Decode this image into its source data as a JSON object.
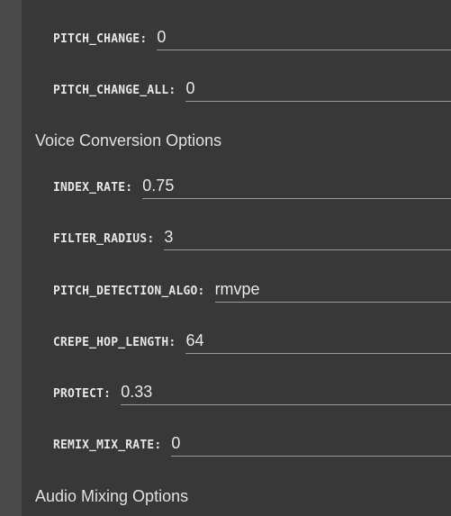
{
  "params": [
    {
      "label": "PITCH_CHANGE:",
      "value": "0"
    },
    {
      "label": "PITCH_CHANGE_ALL:",
      "value": "0"
    }
  ],
  "sections": [
    {
      "title": "Voice Conversion Options"
    },
    {
      "title": "Audio Mixing Options"
    }
  ],
  "voice_conversion": [
    {
      "label": "INDEX_RATE:",
      "value": "0.75"
    },
    {
      "label": "FILTER_RADIUS:",
      "value": "3"
    },
    {
      "label": "PITCH_DETECTION_ALGO:",
      "value": "rmvpe"
    },
    {
      "label": "CREPE_HOP_LENGTH:",
      "value": "64"
    },
    {
      "label": "PROTECT:",
      "value": "0.33"
    },
    {
      "label": "REMIX_MIX_RATE:",
      "value": "0"
    }
  ],
  "colors": {
    "background": "#383838",
    "gutter": "#4a4a4a",
    "text": "#e6e6e6",
    "underline": "#9a9a9a"
  }
}
